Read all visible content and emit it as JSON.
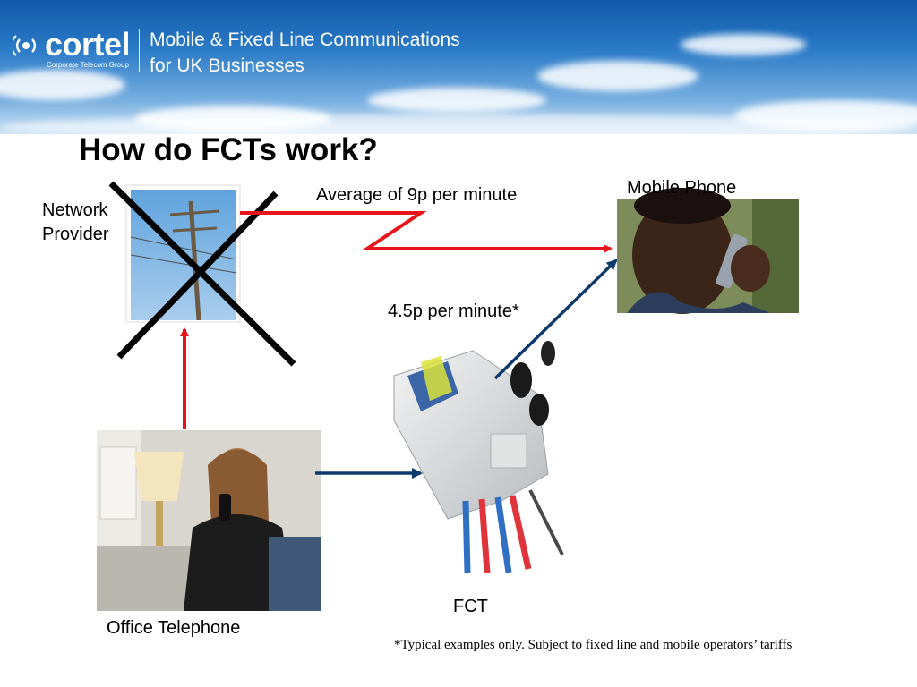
{
  "brand": {
    "name": "cortel",
    "subtitle": "Corporate Telecom Group",
    "tagline_line1": "Mobile & Fixed Line Communications",
    "tagline_line2": "for UK Businesses"
  },
  "slide": {
    "title": "How do FCTs work?"
  },
  "labels": {
    "network_provider_line1": "Network",
    "network_provider_line2": "Provider",
    "mobile_phone": "Mobile Phone",
    "office_telephone": "Office Telephone",
    "fct": "FCT",
    "route_network_rate": "Average of 9p per minute",
    "route_fct_rate": "4.5p per minute*"
  },
  "footnote": "*Typical examples only. Subject to fixed line and mobile operators’ tariffs",
  "colors": {
    "network_route": "#e8141b",
    "fct_route": "#0e3a6b",
    "cross": "#000000"
  }
}
